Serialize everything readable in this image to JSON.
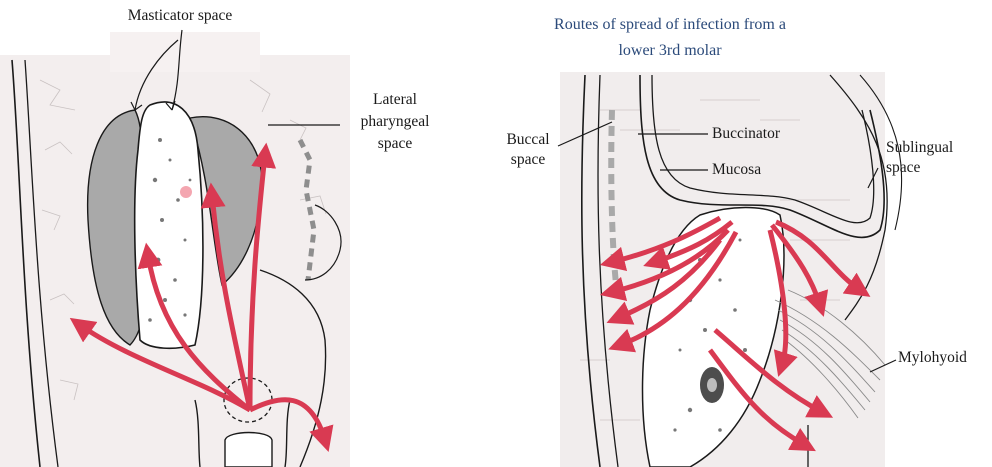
{
  "left_figure": {
    "labels": {
      "masticator_space": "Masticator space",
      "lateral_pharyngeal_space": [
        "Lateral",
        "pharyngeal",
        "space"
      ]
    }
  },
  "right_figure": {
    "title": [
      "Routes of spread of infection from a",
      "lower 3rd molar"
    ],
    "labels": {
      "buccal_space": [
        "Buccal",
        "space"
      ],
      "buccinator": "Buccinator",
      "mucosa": "Mucosa",
      "sublingual_space": [
        "Sublingual",
        "space"
      ],
      "mylohyoid": "Mylohyoid"
    }
  },
  "colors": {
    "arrow": "#d93a52",
    "title": "#2b4a7a",
    "muscle_gray": "#a9a9a9",
    "line": "#1a1a1a"
  }
}
